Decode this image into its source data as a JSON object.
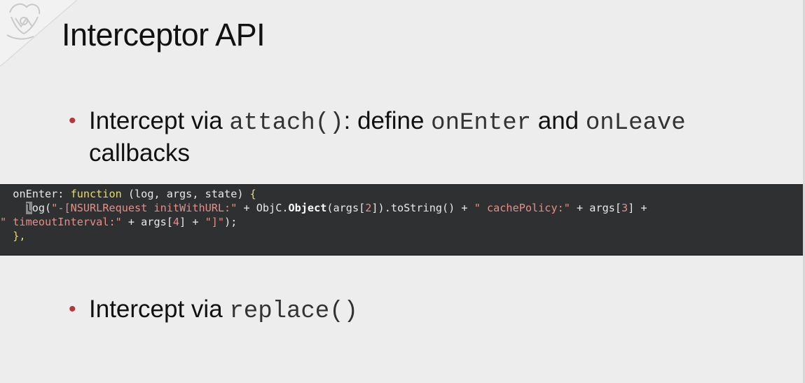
{
  "slide": {
    "title": "Interceptor API",
    "bullets": [
      {
        "prefix": "Intercept via ",
        "code1": "attach()",
        "mid1": ": define ",
        "code2": "onEnter",
        "mid2": " and ",
        "code3": "onLeave",
        "continuation": "callbacks"
      },
      {
        "prefix": "Intercept via ",
        "code1": "replace()"
      }
    ]
  },
  "code_block": {
    "line1": {
      "indent": "  ",
      "prop": "onEnter: ",
      "keyword": "function",
      "params": " (log, args, state) ",
      "brace": "{"
    },
    "line2": {
      "indent": "    ",
      "cursor_char": "l",
      "fn": "og(",
      "str1": "\"-[NSURLRequest initWithURL:\"",
      "plus1": " + ObjC.",
      "obj": "Object",
      "call": "(args[",
      "idx1": "2",
      "call_end": "]).toString() + ",
      "str2": "\" cachePolicy:\"",
      "plus2": " + args[",
      "idx2": "3",
      "tail": "] +"
    },
    "line3": {
      "str3": "\" timeoutInterval:\"",
      "plus3": " + args[",
      "idx3": "4",
      "mid": "] + ",
      "str4": "\"]\"",
      "end": ");"
    },
    "line4": {
      "close": "  },"
    }
  },
  "colors": {
    "background": "#ededed",
    "code_background": "#2f3031",
    "bullet_accent": "#b5363b",
    "keyword": "#e6db6a",
    "string": "#e58f87"
  },
  "icons": {
    "logo": "university-seal-icon"
  }
}
